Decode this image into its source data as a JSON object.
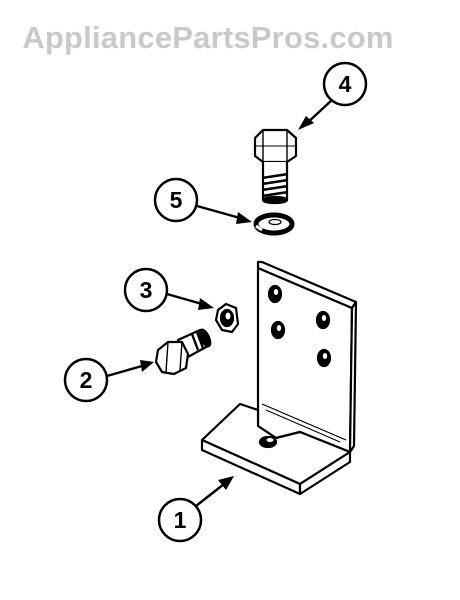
{
  "watermark": "AppliancePartsPros.com",
  "colors": {
    "ink": "#000000",
    "paper": "#ffffff",
    "watermark": "#c9c9c9"
  },
  "callouts": [
    {
      "number": "1",
      "part": "bracket"
    },
    {
      "number": "2",
      "part": "bolt"
    },
    {
      "number": "3",
      "part": "nut"
    },
    {
      "number": "4",
      "part": "bolt"
    },
    {
      "number": "5",
      "part": "lock-washer"
    }
  ]
}
